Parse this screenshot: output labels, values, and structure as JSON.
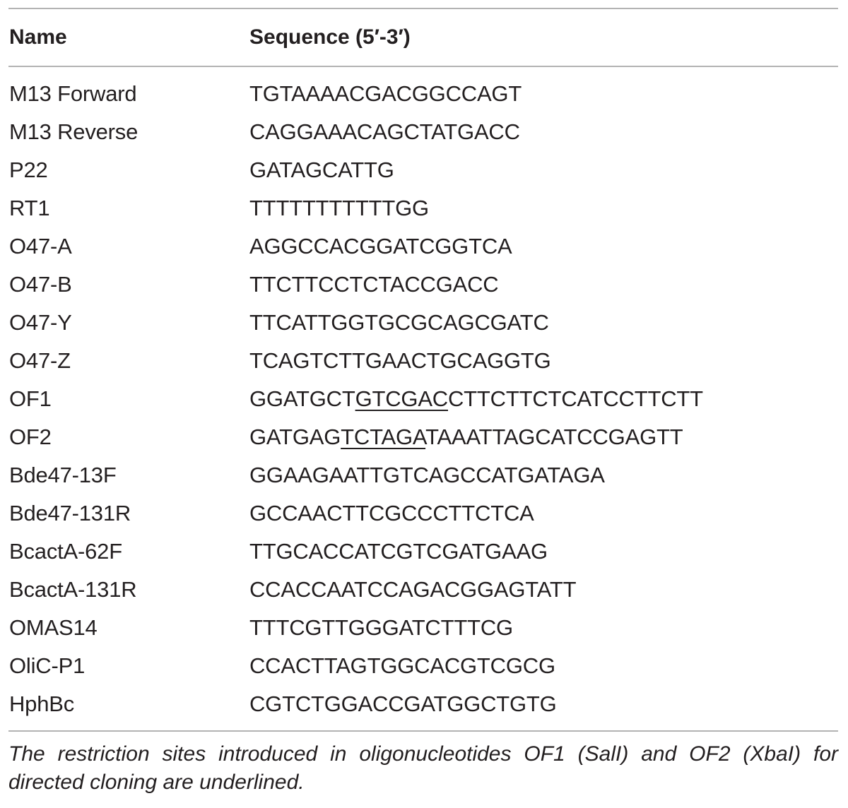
{
  "table": {
    "headers": {
      "name": "Name",
      "sequence": "Sequence (5′-3′)"
    },
    "rows": [
      {
        "name": "M13 Forward",
        "sequence": [
          "TGTAAAACGACGGCCAGT",
          "",
          ""
        ]
      },
      {
        "name": "M13 Reverse",
        "sequence": [
          "CAGGAAACAGCTATGACC",
          "",
          ""
        ]
      },
      {
        "name": "P22",
        "sequence": [
          "GATAGCATTG",
          "",
          ""
        ]
      },
      {
        "name": "RT1",
        "sequence": [
          "TTTTTTTTTTTGG",
          "",
          ""
        ]
      },
      {
        "name": "O47-A",
        "sequence": [
          "AGGCCACGGATCGGTCA",
          "",
          ""
        ]
      },
      {
        "name": "O47-B",
        "sequence": [
          "TTCTTCCTCTACCGACC",
          "",
          ""
        ]
      },
      {
        "name": "O47-Y",
        "sequence": [
          "TTCATTGGTGCGCAGCGATC",
          "",
          ""
        ]
      },
      {
        "name": "O47-Z",
        "sequence": [
          "TCAGTCTTGAACTGCAGGTG",
          "",
          ""
        ]
      },
      {
        "name": "OF1",
        "sequence": [
          "GGATGCT",
          "GTCGAC",
          "CTTCTTCTCATCCTTCTT"
        ]
      },
      {
        "name": "OF2",
        "sequence": [
          "GATGAG",
          "TCTAGA",
          "TAAATTAGCATCCGAGTT"
        ]
      },
      {
        "name": "Bde47-13F",
        "sequence": [
          "GGAAGAATTGTCAGCCATGATAGA",
          "",
          ""
        ]
      },
      {
        "name": "Bde47-131R",
        "sequence": [
          "GCCAACTTCGCCCTTCTCA",
          "",
          ""
        ]
      },
      {
        "name": "BcactA-62F",
        "sequence": [
          "TTGCACCATCGTCGATGAAG",
          "",
          ""
        ]
      },
      {
        "name": "BcactA-131R",
        "sequence": [
          "CCACCAATCCAGACGGAGTATT",
          "",
          ""
        ]
      },
      {
        "name": "OMAS14",
        "sequence": [
          "TTTCGTTGGGATCTTTCG",
          "",
          ""
        ]
      },
      {
        "name": "OliC-P1",
        "sequence": [
          "CCACTTAGTGGCACGTCGCG",
          "",
          ""
        ]
      },
      {
        "name": "HphBc",
        "sequence": [
          "CGTCTGGACCGATGGCTGTG",
          "",
          ""
        ]
      }
    ],
    "footnote": "The restriction sites introduced in oligonucleotides OF1 (SalI) and OF2 (XbaI) for directed cloning are underlined."
  },
  "colors": {
    "text": "#231f20",
    "rule": "#b3b3b3"
  }
}
